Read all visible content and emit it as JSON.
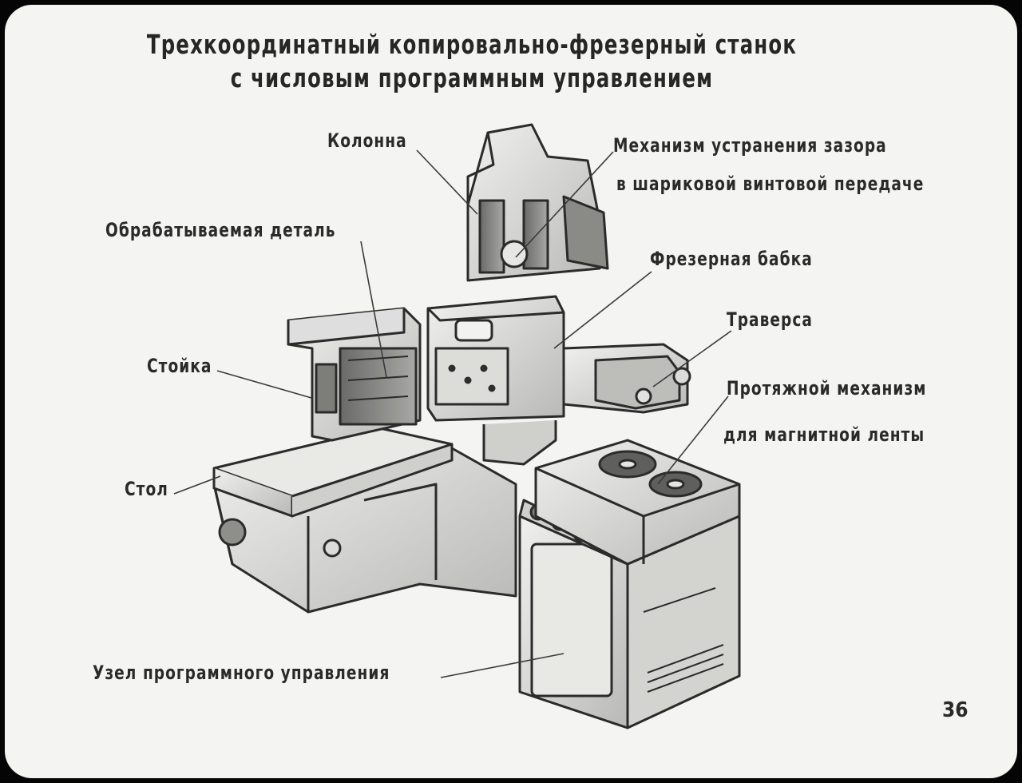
{
  "slide": {
    "title_line1": "Трехкоординатный копировально-фрезерный станок",
    "title_line2": "с числовым программным управлением",
    "page_number": "36"
  },
  "labels": {
    "column": "Колонна",
    "backlash_line1": "Механизм устранения зазора",
    "backlash_line2": "в шариковой винтовой передаче",
    "workpiece": "Обрабатываемая деталь",
    "milling_head": "Фрезерная бабка",
    "crossbeam": "Траверса",
    "stand": "Стойка",
    "tape_drive_line1": "Протяжной механизм",
    "tape_drive_line2": "для магнитной ленты",
    "table": "Стол",
    "control_unit": "Узел программного управления"
  }
}
